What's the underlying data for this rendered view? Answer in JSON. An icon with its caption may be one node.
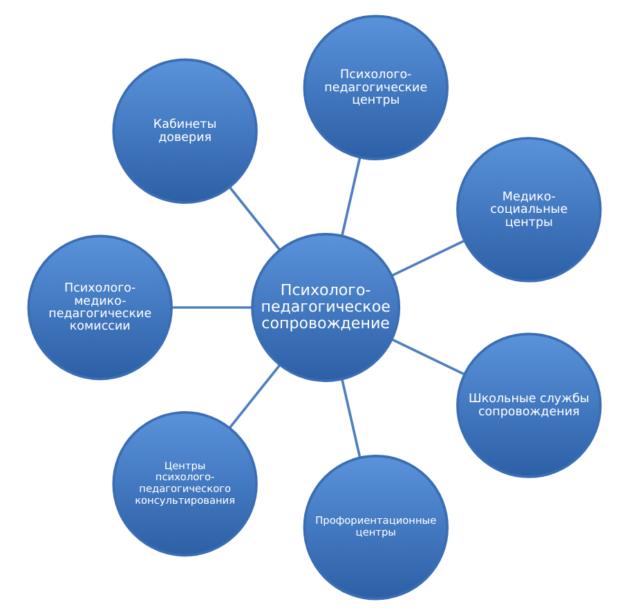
{
  "diagram": {
    "nodes": [
      {
        "text": [
          "Психолого-педагогическое сопровождение"
        ]
      },
      {
        "text": [
          "Психолого-педагогические центры"
        ]
      },
      {
        "text": [
          "Медико-социальные центры"
        ]
      },
      {
        "text": [
          "Школьные службы сопровождения"
        ]
      },
      {
        "text": [
          "Профориентационные центры"
        ]
      },
      {
        "text": [
          "Центры психолого-педагогического консультирования"
        ]
      },
      {
        "text": [
          "Психолого-медико-педагогические комиссии"
        ]
      },
      {
        "text": [
          "Кабинеты доверия"
        ]
      }
    ],
    "edges": [
      {
        "from": 0,
        "to": 1,
        "arrow": "none"
      },
      {
        "from": 0,
        "to": 2,
        "arrow": "none"
      },
      {
        "from": 0,
        "to": 3,
        "arrow": "none"
      },
      {
        "from": 0,
        "to": 4,
        "arrow": "none"
      },
      {
        "from": 0,
        "to": 5,
        "arrow": "none"
      },
      {
        "from": 0,
        "to": 6,
        "arrow": "none"
      },
      {
        "from": 0,
        "to": 7,
        "arrow": "none"
      }
    ]
  }
}
